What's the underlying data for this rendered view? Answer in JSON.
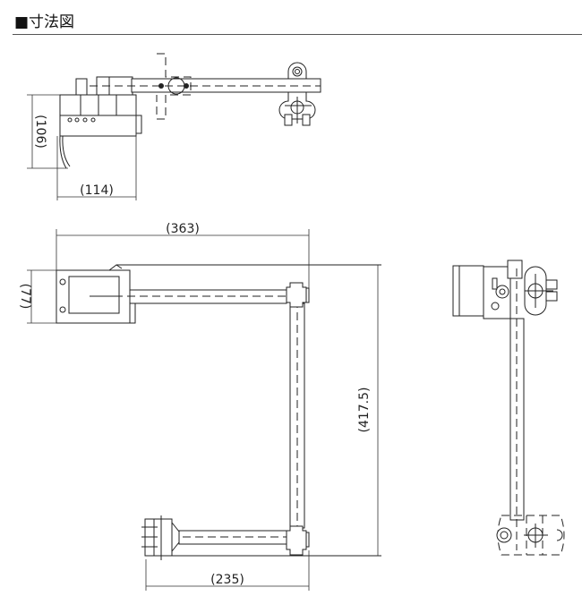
{
  "header": {
    "title": "■寸法図"
  },
  "dimensions": {
    "top_view_height": "(106)",
    "top_view_width": "(114)",
    "front_width": "(363)",
    "front_height_box": "(77)",
    "front_height_total": "(417.5)",
    "front_bottom_width": "(235)"
  },
  "colors": {
    "line": "#222222",
    "background": "#ffffff"
  }
}
